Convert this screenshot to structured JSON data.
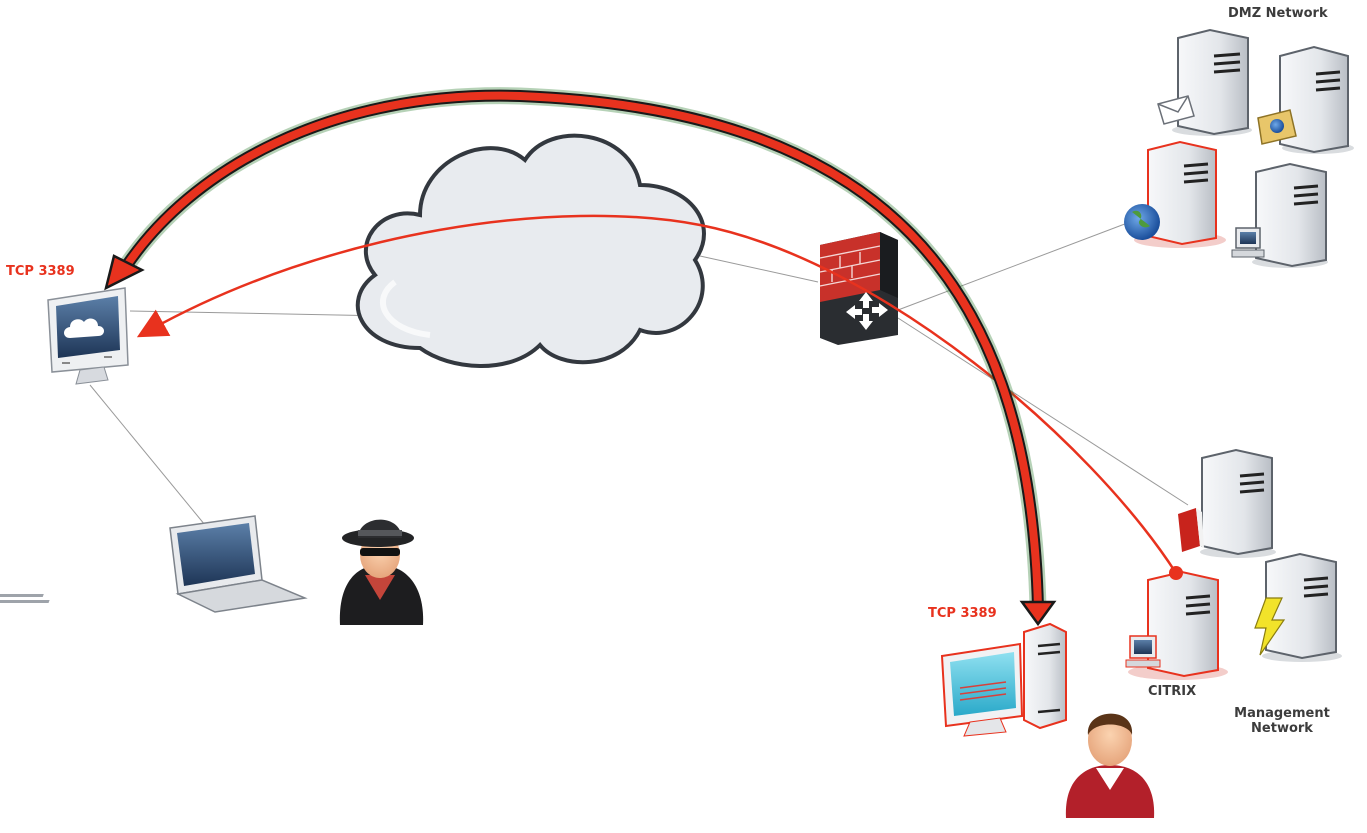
{
  "labels": {
    "dmz": "DMZ Network",
    "tcp_left": "TCP 3389",
    "tcp_right": "TCP 3389",
    "citrix": "CITRIX",
    "mgmt_line1": "Management",
    "mgmt_line2": "Network"
  },
  "colors": {
    "attack_arrow": "#e8321e",
    "arrow_glow": "#2e7d32",
    "link_line": "#9a9a9a",
    "server_body": "#e9ecef",
    "highlight": "#e8321e"
  },
  "icons": [
    "monitor-cloud-icon",
    "laptop-icon",
    "spy-icon",
    "cloud-icon",
    "firewall-router-icon",
    "mail-server-icon",
    "file-server-icon",
    "web-server-icon",
    "workstation-server-icon",
    "book-server-icon",
    "power-server-icon",
    "citrix-server-icon",
    "desktop-pc-icon",
    "user-icon"
  ]
}
